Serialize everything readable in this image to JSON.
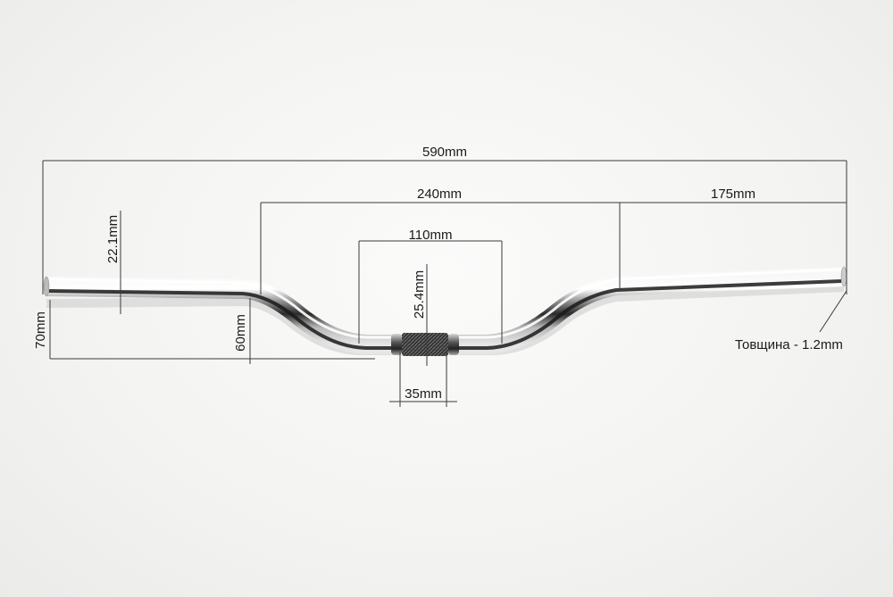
{
  "dimensions": {
    "total_width": "590mm",
    "rise_section_width": "240mm",
    "end_section_width": "175mm",
    "center_section_width": "110mm",
    "grip_diameter": "22.1mm",
    "clamp_diameter": "25.4mm",
    "clamp_width": "35mm",
    "rise_outer": "70mm",
    "rise_inner": "60mm",
    "wall_thickness": "Товщина - 1.2mm"
  },
  "colors": {
    "background": "#f4f4f2",
    "chrome_light": "#ffffff",
    "chrome_dark": "#1c1c1c",
    "dimension_line": "#3a3a3a"
  }
}
